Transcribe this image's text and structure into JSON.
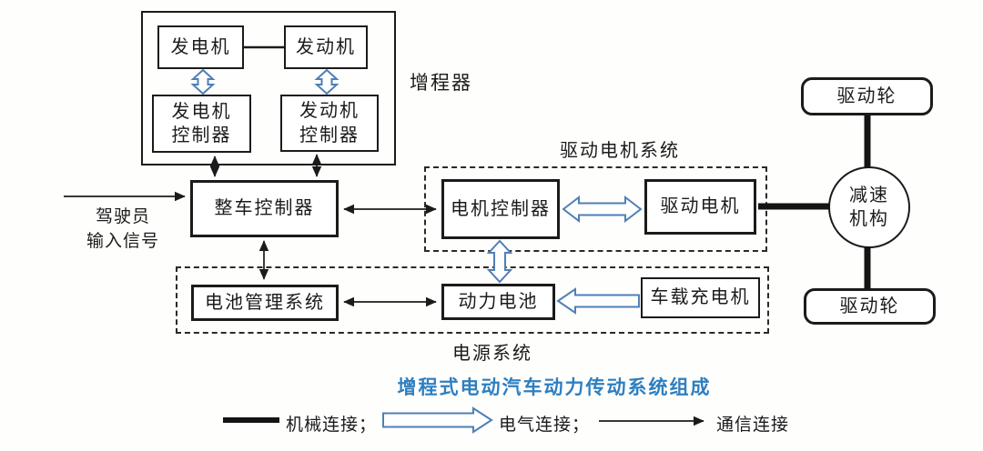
{
  "colors": {
    "electrical_blue": "#4f7fb5",
    "caption_blue": "#2e7fc0",
    "line_black": "#1b1b1b",
    "background": "#fefefd"
  },
  "range_extender": {
    "label": "增程器",
    "generator": "发电机",
    "engine": "发动机",
    "generator_controller": "发电机\n控制器",
    "engine_controller": "发动机\n控制器"
  },
  "driver_input": "驾驶员\n输入信号",
  "vcu": "整车控制器",
  "drive_motor_system": {
    "label": "驱动电机系统",
    "motor_controller": "电机控制器",
    "drive_motor": "驱动电机"
  },
  "power_system": {
    "label": "电源系统",
    "bms": "电池管理系统",
    "battery": "动力电池",
    "charger": "车载充电机"
  },
  "driveline": {
    "wheel_top": "驱动轮",
    "reducer": "减速\n机构",
    "wheel_bottom": "驱动轮"
  },
  "caption": "增程式电动汽车动力传动系统组成",
  "legend": {
    "mechanical": "机械连接；",
    "electrical": "电气连接；",
    "communication": "通信连接"
  }
}
